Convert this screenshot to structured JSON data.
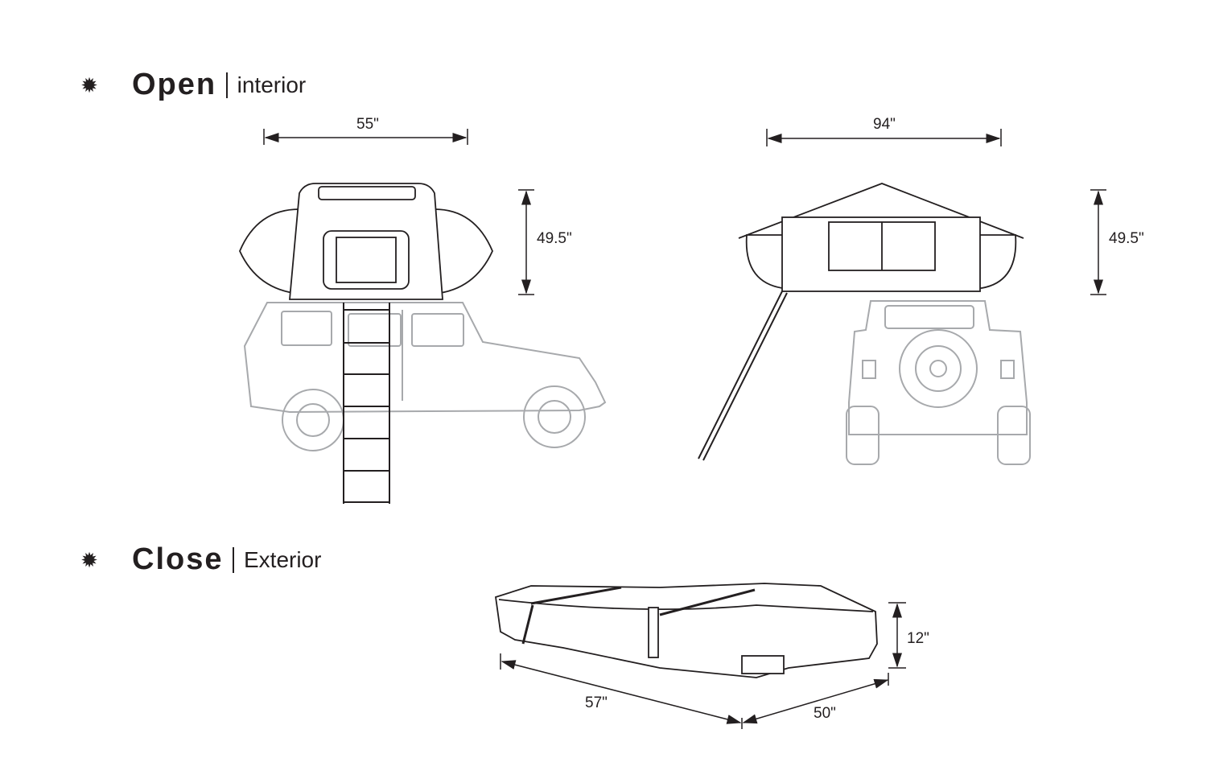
{
  "sections": {
    "open": {
      "title": "Open",
      "subtitle": "interior",
      "icon": "sun-icon"
    },
    "close": {
      "title": "Close",
      "subtitle": "Exterior",
      "icon": "sun-icon"
    }
  },
  "dimensions": {
    "side_width": "55\"",
    "side_height": "49.5\"",
    "rear_width": "94\"",
    "rear_height": "49.5\"",
    "closed_height": "12\"",
    "closed_length": "57\"",
    "closed_width": "50\""
  },
  "colors": {
    "text": "#231f20",
    "vehicle": "#a7a9ac",
    "line": "#231f20"
  }
}
